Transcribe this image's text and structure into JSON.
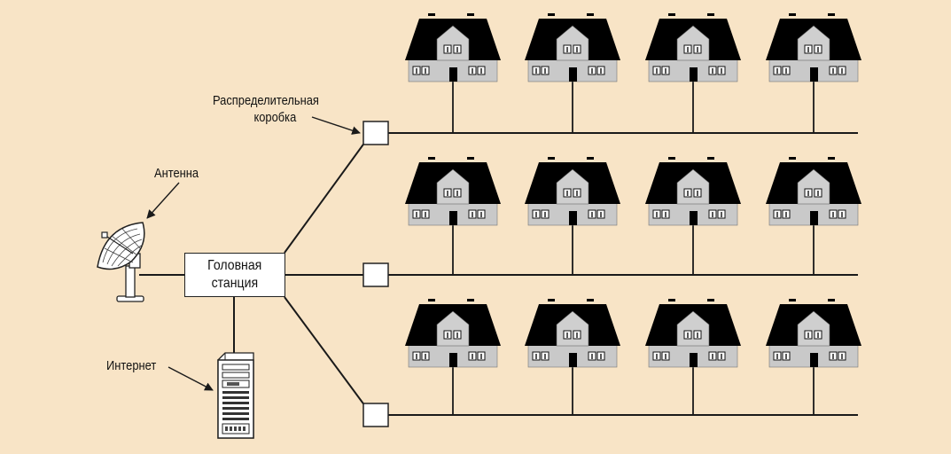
{
  "labels": {
    "distribution_box": [
      "Распределительная",
      "коробка"
    ],
    "antenna": "Антенна",
    "head_end": [
      "Головная",
      "станция"
    ],
    "internet": "Интернет"
  },
  "colors": {
    "background": "#f8e4c6",
    "line": "#1a1a1a",
    "roof": "#000000",
    "wall": "#c9c9c9",
    "box_fill": "#ffffff"
  },
  "network": {
    "rows": 3,
    "houses_per_row": 4
  }
}
